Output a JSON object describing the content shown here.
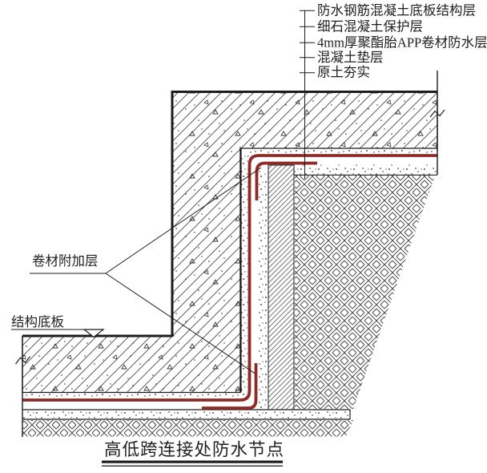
{
  "diagram": {
    "title": "高低跨连接处防水节点",
    "layer_labels": [
      "防水钢筋混凝土底板结构层",
      "细石混凝土保护层",
      "4mm厚聚酯胎APP卷材防水层",
      "混凝土垫层",
      "原土夯实"
    ],
    "callouts": {
      "membrane_additional": "卷材附加层",
      "structural_slab": "结构底板"
    },
    "colors": {
      "membrane_red": "#8e2b26",
      "line_dark": "#1c1c1c",
      "background": "#ffffff"
    }
  }
}
